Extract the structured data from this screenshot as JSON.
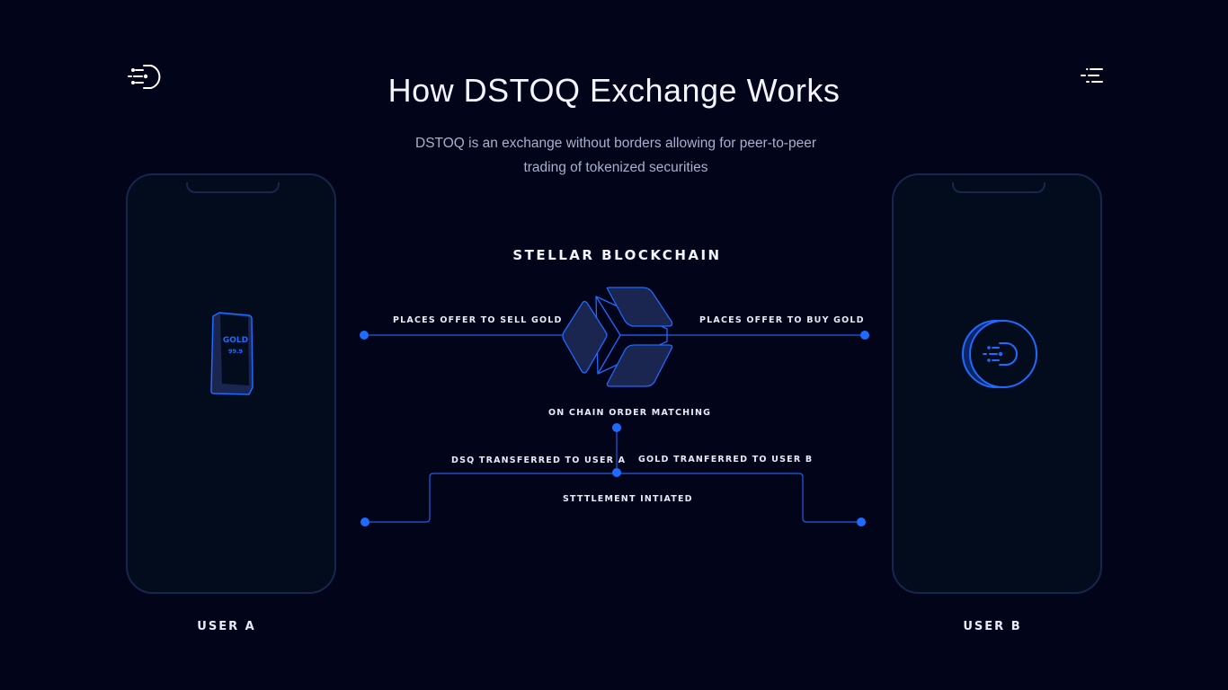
{
  "header": {
    "title": "How DSTOQ Exchange Works",
    "subtitle": "DSTOQ is an exchange without borders allowing for peer-to-peer trading of tokenized securities"
  },
  "icons": {
    "logo": "dstoq-logo-icon",
    "menu": "menu-icon"
  },
  "diagram": {
    "blockchain_label": "STELLAR BLOCKCHAIN",
    "sell_offer": "PLACES OFFER TO SELL GOLD",
    "buy_offer": "PLACES OFFER TO BUY GOLD",
    "matching": "ON CHAIN ORDER MATCHING",
    "dsq_transfer": "DSQ TRANSFERRED TO USER A",
    "gold_transfer": "GOLD TRANFERRED TO USER B",
    "settlement": "STTTLEMENT INTIATED"
  },
  "user_a": {
    "label": "USER A",
    "gold_bar_text": "GOLD",
    "gold_bar_purity": "99.9"
  },
  "user_b": {
    "label": "USER B"
  },
  "colors": {
    "accent": "#1f5fe0",
    "background": "#02041a",
    "phone_border": "#18264e"
  }
}
